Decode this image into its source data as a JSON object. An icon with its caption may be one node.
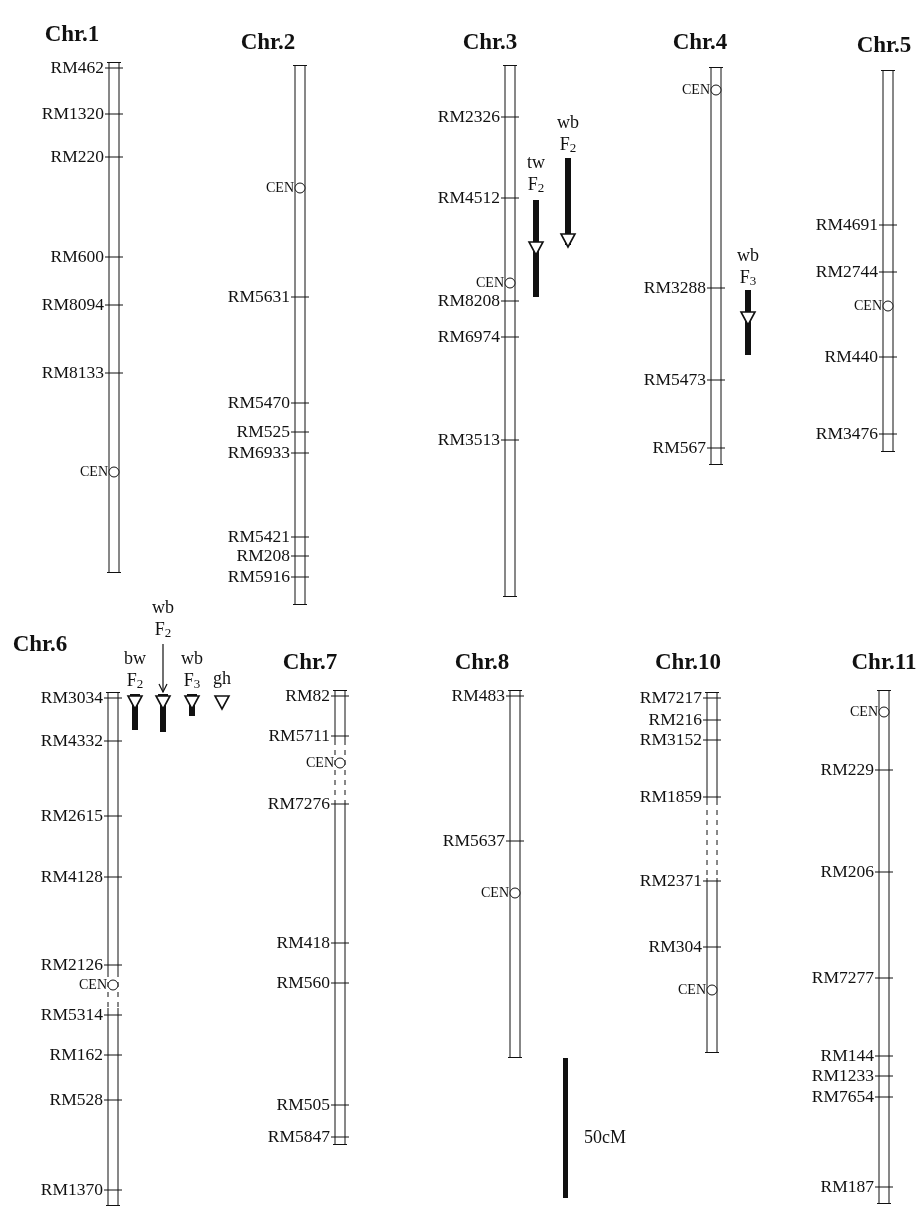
{
  "diagram": {
    "nodes": [
      {
        "text": [
          "Chr.1",
          "RM462",
          "RM1320",
          "RM220",
          "RM600",
          "RM8094",
          "RM8133",
          "CEN"
        ]
      },
      {
        "text": [
          "Chr.2",
          "CEN",
          "RM5631",
          "RM5470",
          "RM525",
          "RM6933",
          "RM5421",
          "RM208",
          "RM5916"
        ]
      },
      {
        "text": [
          "Chr.3",
          "RM2326",
          "RM4512",
          "CEN",
          "RM8208",
          "RM6974",
          "RM3513"
        ]
      },
      {
        "text": [
          "tw",
          "F$_{2}$"
        ]
      },
      {
        "text": [
          "wb",
          "F$_{2}$"
        ]
      },
      {
        "text": [
          "Chr.4",
          "CEN",
          "RM3288",
          "RM5473",
          "RM567"
        ]
      },
      {
        "text": [
          "wb",
          "F$_{3}$"
        ]
      },
      {
        "text": [
          "Chr.5",
          "RM4691",
          "RM2744",
          "CEN",
          "RM440",
          "RM3476"
        ]
      },
      {
        "text": [
          "Chr.6",
          "RM3034",
          "RM4332",
          "RM2615",
          "RM4128",
          "RM2126",
          "CEN",
          "RM5314",
          "RM162",
          "RM528",
          "RM1370"
        ]
      },
      {
        "text": [
          "bw",
          "F$_{2}$"
        ]
      },
      {
        "text": [
          "wb",
          "F$_{2}$"
        ]
      },
      {
        "text": [],
        "shape": "bar"
      },
      {
        "text": [
          "wb",
          "F$_{3}$"
        ]
      },
      {
        "text": [
          "gh"
        ]
      },
      {
        "text": [
          "Chr.7",
          "RM82",
          "RM5711",
          "CEN",
          "RM7276",
          "RM418",
          "RM560",
          "RM505",
          "RM5847"
        ]
      },
      {
        "text": [
          "Chr.8",
          "RM483",
          "RM5637",
          "CEN"
        ]
      },
      {
        "text": [
          "Chr.10",
          "RM7217",
          "RM216",
          "RM3152",
          "RM1859",
          "RM2371",
          "RM304",
          "CEN"
        ]
      },
      {
        "text": [
          "Chr.11",
          "CEN",
          "RM229",
          "RM206",
          "RM7277",
          "RM144",
          "RM1233",
          "RM7654",
          "RM187"
        ]
      }
    ],
    "edges": [
      {
        "from": 10,
        "to": 11,
        "arrow": "to"
      }
    ],
    "labels": [
      "50cM"
    ]
  }
}
